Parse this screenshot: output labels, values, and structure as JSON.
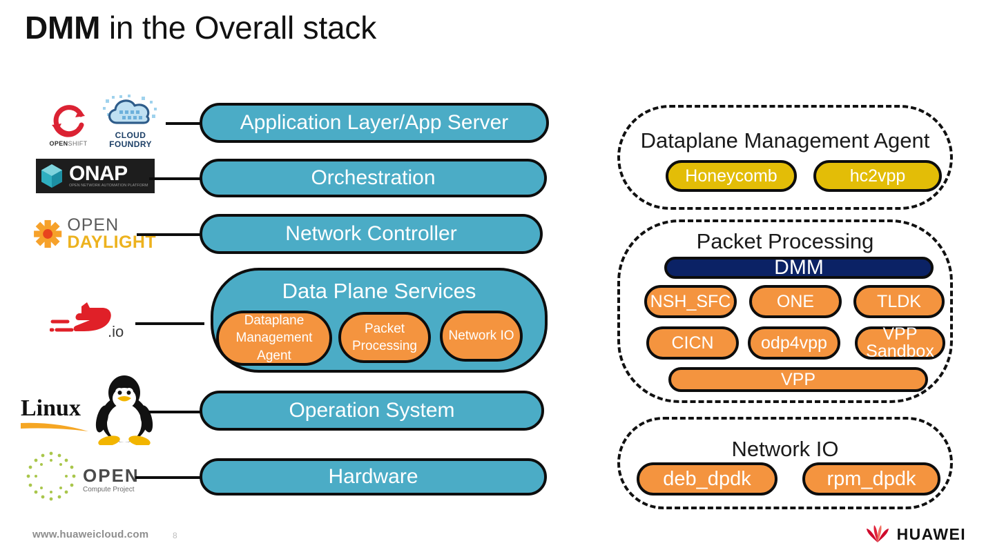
{
  "slide": {
    "title_bold": "DMM",
    "title_rest": " in the Overall stack",
    "page_number": "8",
    "footer_url": "www.huaweicloud.com",
    "brand": "HUAWEI"
  },
  "colors": {
    "layer_blue": "#4BACC6",
    "orange": "#F4943F",
    "gold": "#E3BD07",
    "navy": "#0B2265",
    "outline": "#0d0d0d",
    "huawei_red": "#CF0A2C"
  },
  "left_stack": {
    "layers": [
      {
        "label": "Application Layer/App Server"
      },
      {
        "label": "Orchestration"
      },
      {
        "label": "Network Controller"
      },
      {
        "label": "Data Plane Services"
      },
      {
        "label": "Operation System"
      },
      {
        "label": "Hardware"
      }
    ],
    "data_plane_children": [
      {
        "label": "Dataplane Management Agent"
      },
      {
        "label": "Packet Processing"
      },
      {
        "label": "Network IO"
      }
    ]
  },
  "logos": [
    {
      "name": "openshift",
      "caption_bold": "OPEN",
      "caption_rest": "SHIFT"
    },
    {
      "name": "cloud-foundry",
      "caption_line1": "CLOUD",
      "caption_line2": "FOUNDRY"
    },
    {
      "name": "onap",
      "caption": "ONAP",
      "subcaption": "OPEN NETWORK AUTOMATION PLATFORM"
    },
    {
      "name": "opendaylight",
      "caption_line1": "OPEN",
      "caption_line2": "DAYLIGHT"
    },
    {
      "name": "fdio",
      "caption": ".io"
    },
    {
      "name": "linux",
      "caption": "Linux"
    },
    {
      "name": "open-compute-project",
      "caption": "OPEN",
      "subcaption": "Compute Project"
    }
  ],
  "right_panel": {
    "groups": [
      {
        "title": "Dataplane Management Agent",
        "items": [
          {
            "label": "Honeycomb",
            "style": "gold"
          },
          {
            "label": "hc2vpp",
            "style": "gold"
          }
        ]
      },
      {
        "title": "Packet Processing",
        "header": {
          "label": "DMM",
          "style": "navy"
        },
        "rows": [
          [
            {
              "label": "NSH_SFC"
            },
            {
              "label": "ONE"
            },
            {
              "label": "TLDK"
            }
          ],
          [
            {
              "label": "CICN"
            },
            {
              "label": "odp4vpp"
            },
            {
              "label": "VPP Sandbox"
            }
          ]
        ],
        "footer": {
          "label": "VPP",
          "style": "orange"
        }
      },
      {
        "title": "Network IO",
        "items": [
          {
            "label": "deb_dpdk",
            "style": "orange"
          },
          {
            "label": "rpm_dpdk",
            "style": "orange"
          }
        ]
      }
    ]
  }
}
